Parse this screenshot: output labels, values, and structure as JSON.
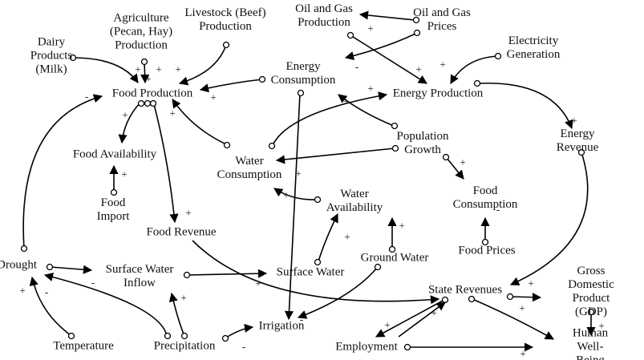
{
  "nodes": {
    "dairy": "Dairy\nProducts\n(Milk)",
    "agriculture": "Agriculture\n(Pecan, Hay)\nProduction",
    "livestock": "Livestock (Beef)\nProduction",
    "oil_gas_production": "Oil and Gas\nProduction",
    "oil_gas_prices": "Oil and Gas\nPrices",
    "electricity": "Electricity\nGeneration",
    "energy_consumption": "Energy\nConsumption",
    "food_production": "Food Production",
    "energy_production": "Energy Production",
    "food_availability": "Food Availability",
    "population_growth": "Population\nGrowth",
    "energy_revenue": "Energy Revenue",
    "water_consumption": "Water\nConsumption",
    "food_import": "Food\nImport",
    "water_availability": "Water\nAvailability",
    "food_consumption": "Food\nConsumption",
    "food_revenue": "Food Revenue",
    "ground_water": "Ground Water",
    "food_prices": "Food Prices",
    "drought": "Drought",
    "surface_water_inflow": "Surface Water\nInflow",
    "surface_water": "Surface Water",
    "state_revenues": "State Revenues",
    "gdp": "Gross Domestic\nProduct (GDP)",
    "irrigation": "Irrigation",
    "temperature": "Temperature",
    "precipitation": "Precipitation",
    "employment": "Employment",
    "human_wellbeing": "Human Well-Being"
  },
  "signs": {
    "plus": "+",
    "minus": "-"
  }
}
